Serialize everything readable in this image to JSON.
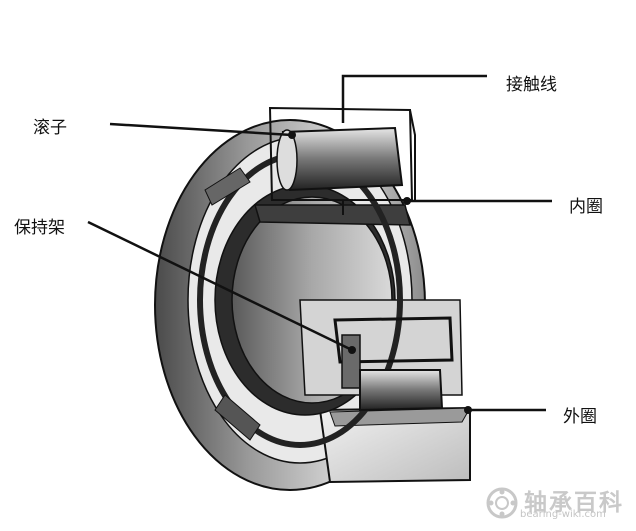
{
  "labels": {
    "contact_line": "接触线",
    "roller": "滚子",
    "cage": "保持架",
    "inner_ring": "内圈",
    "outer_ring": "外圈"
  },
  "watermark": {
    "title": "轴承百科",
    "site": "bearing-wiki.com"
  },
  "colors": {
    "ink": "#111111",
    "shade_dark": "#3a3a3a",
    "shade_mid": "#8a8a8a",
    "shade_light": "#cfcfcf",
    "watermark": "#c8c8c8"
  }
}
